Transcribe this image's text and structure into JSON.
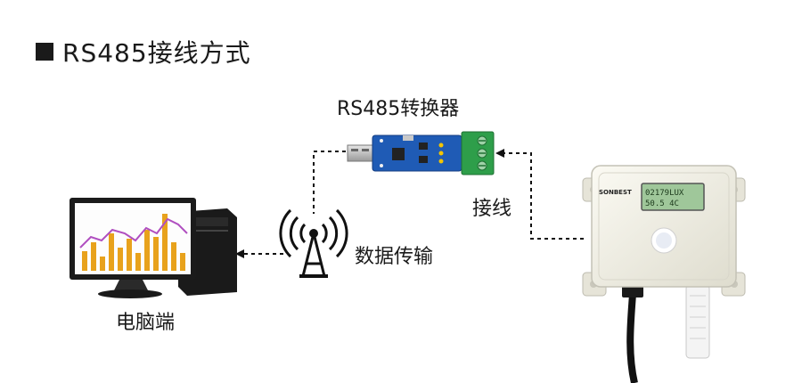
{
  "title": "RS485接线方式",
  "converter_label": "RS485转换器",
  "wiring_label": "接线",
  "transmission_label": "数据传输",
  "pc_label": "电脑端",
  "sensor": {
    "brand": "SONBEST",
    "lcd_line1": "02179LUX",
    "lcd_line2": "50.5 4C"
  },
  "colors": {
    "pcb_blue": "#1f5bb5",
    "terminal_green": "#2e9e4a",
    "chart_orange": "#e8a21c",
    "chart_purple": "#b04fc0",
    "sensor_body": "#f1f0e6"
  }
}
